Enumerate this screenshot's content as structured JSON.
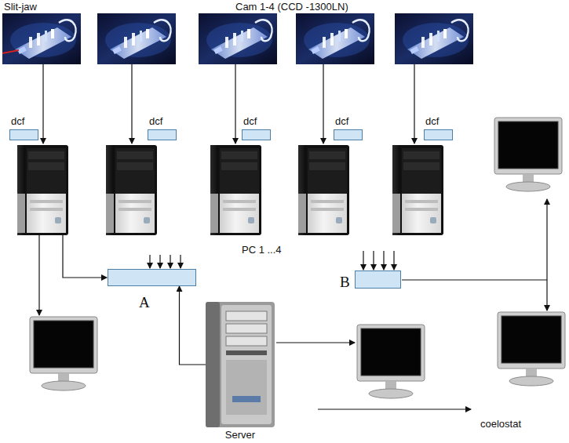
{
  "diagram": {
    "nodes": [
      {
        "text": [
          "dcf"
        ]
      },
      {
        "text": [
          "dcf"
        ]
      },
      {
        "text": [
          "dcf"
        ]
      },
      {
        "text": [
          "dcf"
        ]
      },
      {
        "text": [
          "dcf"
        ]
      },
      {
        "text": [
          "A"
        ]
      },
      {
        "text": [
          "B"
        ]
      },
      {
        "text": [
          "Server"
        ]
      }
    ],
    "edges": [
      {
        "from": 7,
        "to": 5,
        "arrow": "to"
      }
    ],
    "labels": [
      "Slit-jaw",
      "Cam 1-4 (CCD -1300LN)",
      "PC 1 ...4",
      "coelostat"
    ]
  }
}
